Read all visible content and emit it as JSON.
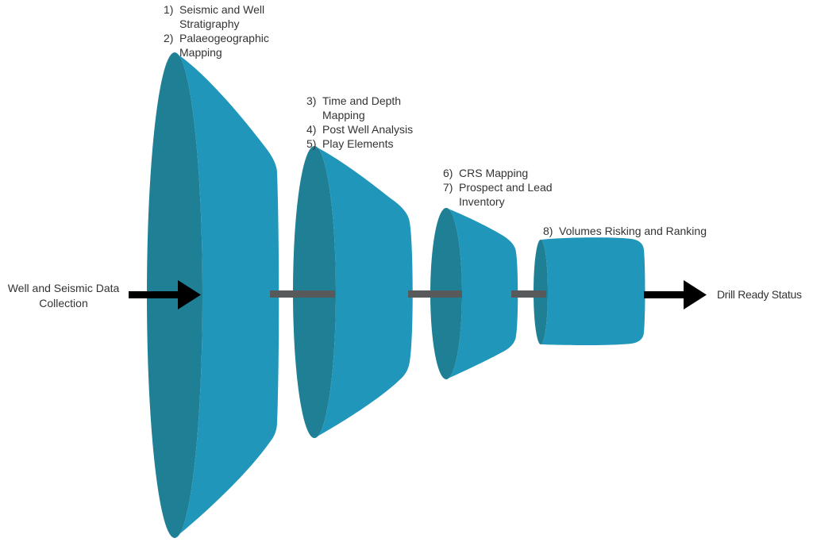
{
  "colors": {
    "funnel_dark": "#1F8095",
    "funnel_light": "#2196BB",
    "connector": "#58595B",
    "arrow": "#000000",
    "text": "#333333"
  },
  "start_label": {
    "line1": "Well and Seismic Data",
    "line2": "Collection"
  },
  "end_label": "Drill Ready Status",
  "stages": [
    {
      "lines": [
        {
          "num": "1)",
          "text": "Seismic and Well"
        },
        {
          "num": "",
          "text": "Stratigraphy"
        },
        {
          "num": "2)",
          "text": "Palaeogeographic"
        },
        {
          "num": "",
          "text": "Mapping"
        }
      ]
    },
    {
      "lines": [
        {
          "num": "3)",
          "text": "Time and Depth"
        },
        {
          "num": "",
          "text": "Mapping"
        },
        {
          "num": "4)",
          "text": "Post Well Analysis"
        },
        {
          "num": "5)",
          "text": "Play Elements"
        }
      ]
    },
    {
      "lines": [
        {
          "num": "6)",
          "text": "CRS Mapping"
        },
        {
          "num": "7)",
          "text": "Prospect and Lead"
        },
        {
          "num": "",
          "text": "Inventory"
        }
      ]
    },
    {
      "lines": [
        {
          "num": "8)",
          "text": "Volumes Risking and Ranking"
        }
      ]
    }
  ]
}
